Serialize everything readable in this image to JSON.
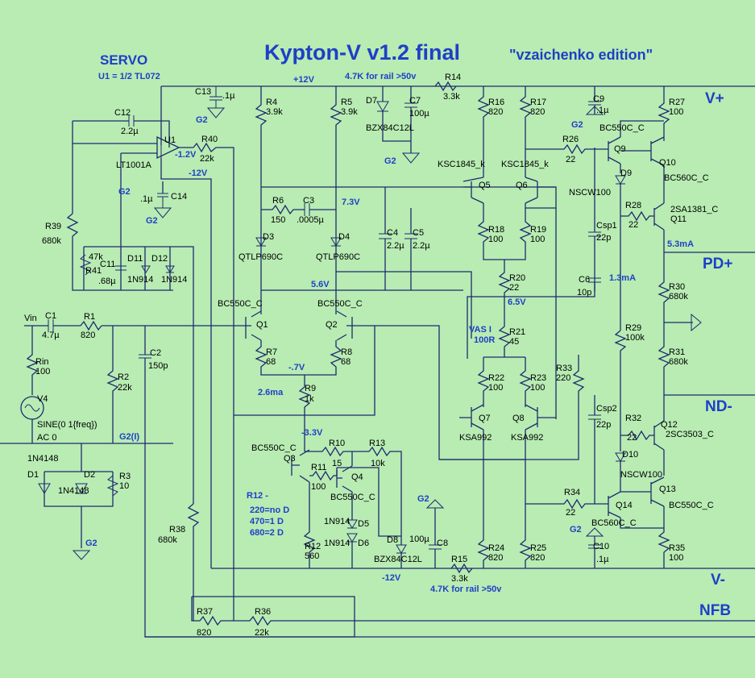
{
  "title": "Kypton-V v1.2 final",
  "edition": "\"vzaichenko edition\"",
  "servo_title": "SERVO",
  "servo_note": "U1 = 1/2 TL072",
  "rails": {
    "vplus": "V+",
    "pdplus": "PD+",
    "ndminus": "ND-",
    "vminus": "V-",
    "nfb": "NFB"
  },
  "notes": {
    "plus12": "+12V",
    "minus12a": "-12V",
    "minus12b": "-12V",
    "rail_top": "4.7K for rail >50v",
    "rail_bot": "4.7K for rail >50v",
    "u1out": "-1.2V",
    "v73": "7.3V",
    "v56": "5.6V",
    "v65": "6.5V",
    "vm7": "-.7V",
    "ma26": "2.6ma",
    "vm33": "-3.3V",
    "ma53": "5.3mA",
    "ma13": "1.3mA",
    "vas1": "VAS I",
    "vas2": "100R",
    "r12n": [
      "R12 -",
      "220=no D",
      "470=1 D",
      "680=2 D"
    ],
    "g2i": "G2(I)"
  },
  "grounds": [
    "G2",
    "G2",
    "G2",
    "G2",
    "G2",
    "G2",
    "G2",
    "G2"
  ],
  "source": {
    "vin": "Vin",
    "name": "V4",
    "line1": "SINE(0 1{freq})",
    "line2": "AC 0"
  },
  "parts": {
    "C13": [
      "C13",
      ".1µ"
    ],
    "C12": [
      "C12",
      "2.2µ"
    ],
    "U1": [
      "U1",
      "LT1001A"
    ],
    "R40": [
      "R40",
      "22k"
    ],
    "C14": [
      "C14",
      ".1µ"
    ],
    "R39": [
      "R39",
      "680k"
    ],
    "R41": [
      "R41",
      "47k"
    ],
    "C11": [
      "C11",
      ".68µ"
    ],
    "D11": [
      "D11",
      "1N914"
    ],
    "D12": [
      "D12",
      "1N914"
    ],
    "C1": [
      "C1",
      "4.7µ"
    ],
    "R1": [
      "R1",
      "820"
    ],
    "Rin": [
      "Rin",
      "100"
    ],
    "R2": [
      "R2",
      "22k"
    ],
    "C2": [
      "C2",
      "150p"
    ],
    "D1": [
      "D1",
      "1N4148"
    ],
    "D2": [
      "D2",
      "1N4148"
    ],
    "R3": [
      "R3",
      "10"
    ],
    "R4": [
      "R4",
      "3.9k"
    ],
    "R5": [
      "R5",
      "3.9k"
    ],
    "R6": [
      "R6",
      "150"
    ],
    "C3": [
      "C3",
      ".0005µ"
    ],
    "D3": [
      "D3",
      "QTLP690C"
    ],
    "D4": [
      "D4",
      "QTLP690C"
    ],
    "Q1": [
      "Q1",
      "BC550C_C"
    ],
    "Q2": [
      "Q2",
      "BC550C_C"
    ],
    "R7": [
      "R7",
      "68"
    ],
    "R8": [
      "R8",
      "68"
    ],
    "R9": [
      "R9",
      "1k"
    ],
    "Q3": [
      "Q3",
      "BC550C_C"
    ],
    "R10": [
      "R10",
      "15"
    ],
    "R11": [
      "R11",
      "100"
    ],
    "Q4": [
      "Q4",
      "BC550C_C"
    ],
    "R13": [
      "R13",
      "10k"
    ],
    "D5": [
      "D5",
      "1N914"
    ],
    "D6": [
      "D6",
      "1N914"
    ],
    "R12": [
      "R12",
      "560"
    ],
    "D8": [
      "D8",
      "BZX84C12L"
    ],
    "C8": [
      "C8",
      "100µ"
    ],
    "R15": [
      "R15",
      "3.3k"
    ],
    "R38": [
      "R38",
      "680k"
    ],
    "R37": [
      "R37",
      "820"
    ],
    "R36": [
      "R36",
      "22k"
    ],
    "D7": [
      "D7",
      "BZX84C12L"
    ],
    "C7": [
      "C7",
      "100µ"
    ],
    "R14": [
      "R14",
      "3.3k"
    ],
    "C4": [
      "C4",
      "2.2µ"
    ],
    "C5": [
      "C5",
      "2.2µ"
    ],
    "R16": [
      "R16",
      "820"
    ],
    "R17": [
      "R17",
      "820"
    ],
    "Q5": [
      "Q5",
      "KSC1845_k"
    ],
    "Q6": [
      "Q6",
      "KSC1845_k"
    ],
    "R18": [
      "R18",
      "100"
    ],
    "R19": [
      "R19",
      "100"
    ],
    "R20": [
      "R20",
      "22"
    ],
    "R21": [
      "R21",
      "45"
    ],
    "R22": [
      "R22",
      "100"
    ],
    "R23": [
      "R23",
      "100"
    ],
    "Q7": [
      "Q7",
      "KSA992"
    ],
    "Q8": [
      "Q8",
      "KSA992"
    ],
    "R24": [
      "R24",
      "820"
    ],
    "R25": [
      "R25",
      "820"
    ],
    "R33": [
      "R33",
      "220"
    ],
    "C6": [
      "C6",
      "10p"
    ],
    "C9": [
      "C9",
      ".1µ"
    ],
    "R26": [
      "R26",
      "22"
    ],
    "Q9": [
      "Q9",
      "BC550C_C"
    ],
    "D9": [
      "D9",
      "NSCW100"
    ],
    "Csp1": [
      "Csp1",
      "22p"
    ],
    "R27": [
      "R27",
      "100"
    ],
    "Q10": [
      "Q10",
      "BC560C_C"
    ],
    "R28": [
      "R28",
      "22"
    ],
    "Q11": [
      "Q11",
      "2SA1381_C"
    ],
    "R30": [
      "R30",
      "680k"
    ],
    "R29": [
      "R29",
      "100k"
    ],
    "R31": [
      "R31",
      "680k"
    ],
    "Csp2": [
      "Csp2",
      "22p"
    ],
    "R32": [
      "R32",
      "22"
    ],
    "Q12": [
      "Q12",
      "2SC3503_C"
    ],
    "D10": [
      "D10",
      "NSCW100"
    ],
    "Q13": [
      "Q13",
      "BC550C_C"
    ],
    "R34": [
      "R34",
      "22"
    ],
    "Q14": [
      "Q14",
      "BC560C_C"
    ],
    "C10": [
      "C10",
      ".1µ"
    ],
    "R35": [
      "R35",
      "100"
    ]
  }
}
